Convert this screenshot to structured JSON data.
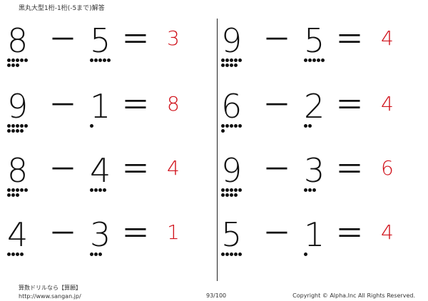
{
  "header": {
    "title": "黒丸大型1桁-1桁(-5まで)解答"
  },
  "colors": {
    "answer": "#d0121b",
    "ink": "#111111"
  },
  "problems": [
    {
      "a": "8",
      "op": "－",
      "b": "5",
      "eq": "＝",
      "answer": "3"
    },
    {
      "a": "9",
      "op": "－",
      "b": "5",
      "eq": "＝",
      "answer": "4"
    },
    {
      "a": "9",
      "op": "－",
      "b": "1",
      "eq": "＝",
      "answer": "8"
    },
    {
      "a": "6",
      "op": "－",
      "b": "2",
      "eq": "＝",
      "answer": "4"
    },
    {
      "a": "8",
      "op": "－",
      "b": "4",
      "eq": "＝",
      "answer": "4"
    },
    {
      "a": "9",
      "op": "－",
      "b": "3",
      "eq": "＝",
      "answer": "6"
    },
    {
      "a": "4",
      "op": "－",
      "b": "3",
      "eq": "＝",
      "answer": "1"
    },
    {
      "a": "5",
      "op": "－",
      "b": "1",
      "eq": "＝",
      "answer": "4"
    }
  ],
  "footer": {
    "brand": "算数ドリルなら【算願】",
    "url": "http://www.sangan.jp/",
    "page": "93/100",
    "copyright": "Copyright © Alpha.Inc All Rights Reserved."
  }
}
